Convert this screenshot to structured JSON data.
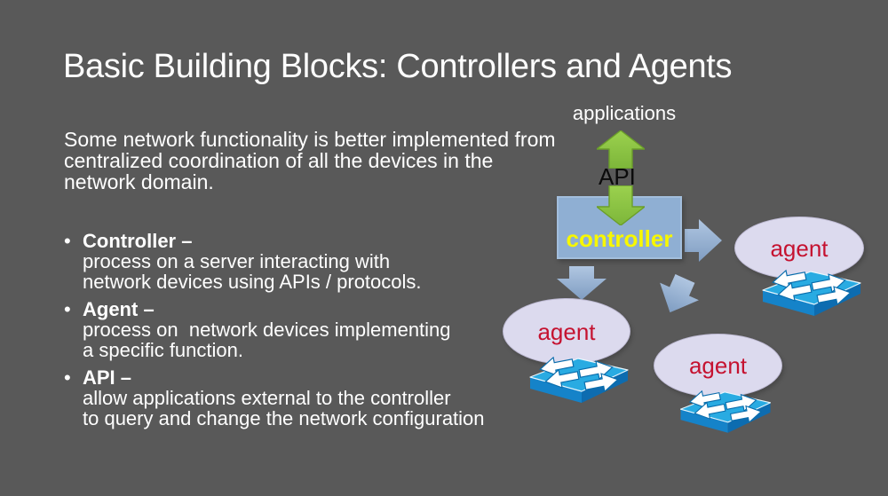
{
  "slide": {
    "title": "Basic Building Blocks: Controllers and Agents",
    "intro": "Some network functionality is better implemented from\ncentralized coordination of all the devices in the\nnetwork domain.",
    "bullet_char": "•",
    "bullets": [
      {
        "term": "Controller",
        "dash": " –",
        "body": "process on a server interacting with\nnetwork devices using APIs / protocols."
      },
      {
        "term": "Agent",
        "dash": " –",
        "body": "process on  network devices implementing\na specific function."
      },
      {
        "term": "API",
        "dash": " –",
        "body": "allow applications external to the controller\nto query and change the network configuration"
      }
    ]
  },
  "diagram": {
    "applications_label": "applications",
    "api_label": "API",
    "controller_label": "controller",
    "agent_labels": [
      "agent",
      "agent",
      "agent"
    ],
    "colors": {
      "background": "#595959",
      "title_text": "#ffffff",
      "body_text": "#ffffff",
      "api_text": "#0b0b0b",
      "green_arrow": "#8cc63f",
      "green_arrow_edge": "#6b9e2a",
      "blue_arrow": "#98b3d3",
      "controller_box": "#8fafd3",
      "controller_box_border": "#a3bedc",
      "controller_text": "#f7f700",
      "agent_ellipse": "#dcdaee",
      "agent_ellipse_border": "#bdb9d2",
      "agent_text": "#c51230",
      "switch_top": "#29abe2",
      "switch_front": "#1583c9",
      "switch_side": "#0d6cb0",
      "switch_arrow": "#ffffff"
    }
  }
}
